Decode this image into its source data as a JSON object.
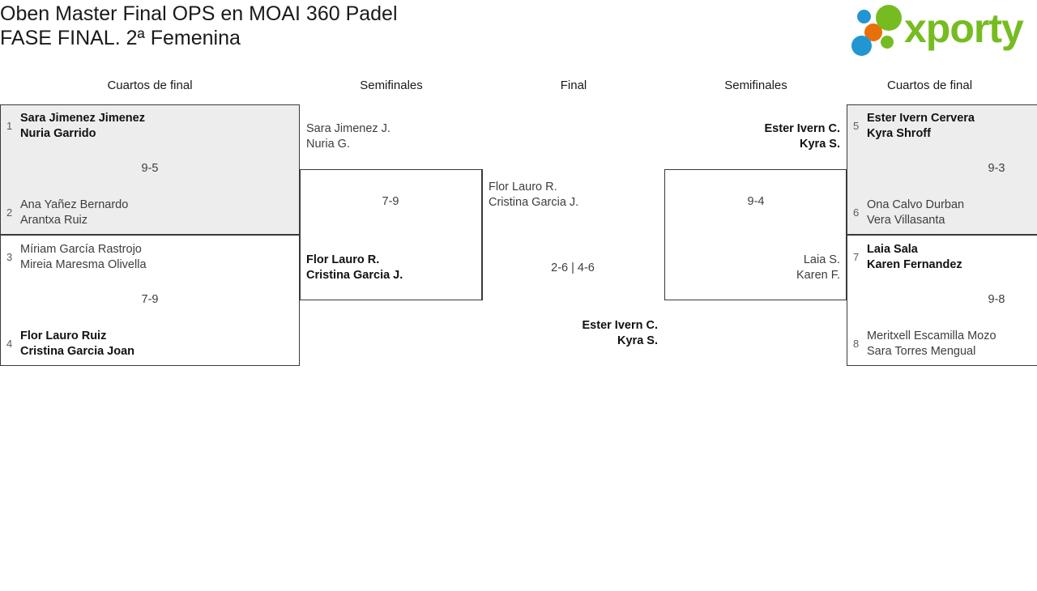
{
  "header": {
    "title_line1": "Oben Master Final OPS en MOAI 360 Padel",
    "title_line2": "FASE FINAL. 2ª Femenina",
    "logo_word": "xporty",
    "logo_colors": {
      "green": "#76bc21",
      "blue": "#2196d3",
      "orange": "#e8700a"
    }
  },
  "rounds": [
    {
      "id": "qf-left",
      "label": "Cuartos de final"
    },
    {
      "id": "sf-left",
      "label": "Semifinales"
    },
    {
      "id": "final",
      "label": "Final"
    },
    {
      "id": "sf-right",
      "label": "Semifinales"
    },
    {
      "id": "qf-right",
      "label": "Cuartos de final"
    }
  ],
  "matches": {
    "qf1": {
      "score": "9-5",
      "top": {
        "seed": "1",
        "p1": "Sara Jimenez Jimenez",
        "p2": "Nuria Garrido",
        "winner": true
      },
      "bottom": {
        "seed": "2",
        "p1": "Ana Yañez Bernardo",
        "p2": "Arantxa Ruiz",
        "winner": false
      }
    },
    "qf2": {
      "score": "7-9",
      "top": {
        "seed": "3",
        "p1": "Míriam García Rastrojo",
        "p2": "Mireia Maresma Olivella",
        "winner": false
      },
      "bottom": {
        "seed": "4",
        "p1": "Flor Lauro Ruiz",
        "p2": "Cristina Garcia Joan",
        "winner": true
      }
    },
    "qf3": {
      "score": "9-3",
      "top": {
        "seed": "5",
        "p1": "Ester Ivern Cervera",
        "p2": "Kyra Shroff",
        "winner": true
      },
      "bottom": {
        "seed": "6",
        "p1": "Ona Calvo Durban",
        "p2": "Vera Villasanta",
        "winner": false
      }
    },
    "qf4": {
      "score": "9-8",
      "top": {
        "seed": "7",
        "p1": "Laia Sala",
        "p2": "Karen Fernandez",
        "winner": true
      },
      "bottom": {
        "seed": "8",
        "p1": "Meritxell Escamilla Mozo",
        "p2": "Sara Torres Mengual",
        "winner": false
      }
    },
    "sf1": {
      "score": "7-9",
      "top": {
        "p1": "Sara Jimenez J.",
        "p2": "Nuria G.",
        "winner": false
      },
      "bottom": {
        "p1": "Flor Lauro R.",
        "p2": "Cristina Garcia J.",
        "winner": true
      }
    },
    "sf2": {
      "score": "9-4",
      "top": {
        "p1": "Ester Ivern C.",
        "p2": "Kyra S.",
        "winner": true
      },
      "bottom": {
        "p1": "Laia S.",
        "p2": "Karen F.",
        "winner": false
      }
    },
    "final": {
      "score": "2-6 | 4-6",
      "top": {
        "p1": "Flor Lauro R.",
        "p2": "Cristina Garcia J.",
        "winner": false
      },
      "bottom": {
        "p1": "Ester Ivern C.",
        "p2": "Kyra S.",
        "winner": true
      }
    }
  }
}
